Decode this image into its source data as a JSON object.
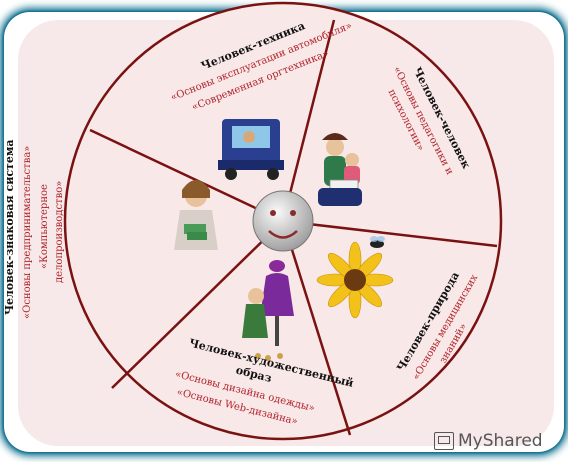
{
  "sectors": [
    {
      "title": "Человек-техника",
      "courses": [
        "«Основы эксплуатации автомобиля»",
        "«Современная оргтехника»"
      ]
    },
    {
      "title": "Человек-человек",
      "courses": [
        "«Основы педагогики и",
        "психологии»"
      ]
    },
    {
      "title": "Человек-природа",
      "courses": [
        "«Основы медицинских",
        "знаний»"
      ]
    },
    {
      "title_lines": [
        "Человек-художественный",
        "образ"
      ],
      "courses": [
        "«Основы дизайна одежды»",
        "«Основы Web-дизайна»"
      ]
    },
    {
      "title": "Человек-знаковая система",
      "courses": [
        "«Основы предпринимательства»",
        "«Компьютерное",
        "делопроизводство»"
      ]
    }
  ],
  "watermark": "MyShared",
  "colors": {
    "wheel_fill": "#f8e6e6",
    "wheel_border": "#7a1212",
    "frame_glow": "#0b6f8f",
    "course_text": "#b0232a"
  }
}
